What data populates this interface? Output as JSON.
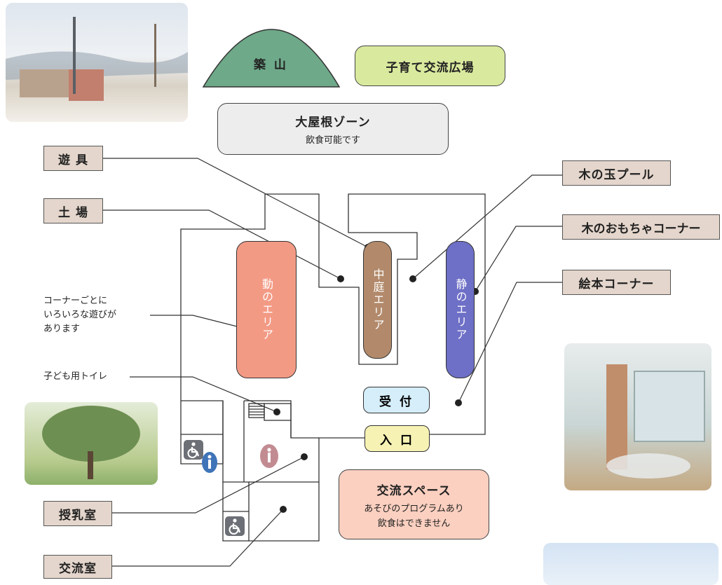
{
  "top": {
    "mound_label": "築 山",
    "childcare_plaza": "子育て交流広場",
    "roof_zone_title": "大屋根ゾーン",
    "roof_zone_sub": "飲食可能です"
  },
  "callouts": {
    "playground": "遊 具",
    "dirt_area": "土 場",
    "wood_ball_pool": "木の玉プール",
    "wood_toy_corner": "木のおもちゃコーナー",
    "picture_book_corner": "絵本コーナー",
    "nursing_room": "授乳室",
    "exchange_room": "交流室"
  },
  "notes": {
    "corner_line1": "コーナーごとに",
    "corner_line2": "いろいろな遊びが",
    "corner_line3": "あります",
    "kids_toilet": "子ども用トイレ"
  },
  "areas": {
    "active": "動のエリア",
    "courtyard": "中庭エリア",
    "quiet": "静のエリア",
    "active_color": "#f39a85",
    "courtyard_color": "#b28a6b",
    "quiet_color": "#6e6fc6"
  },
  "signs": {
    "reception": "受 付",
    "entrance": "入 口"
  },
  "exchange_space": {
    "title": "交流スペース",
    "line1": "あそびのプログラムあり",
    "line2": "飲食はできません"
  },
  "icons": [
    "wheelchair-icon",
    "information-icon",
    "wheelchair-icon"
  ]
}
